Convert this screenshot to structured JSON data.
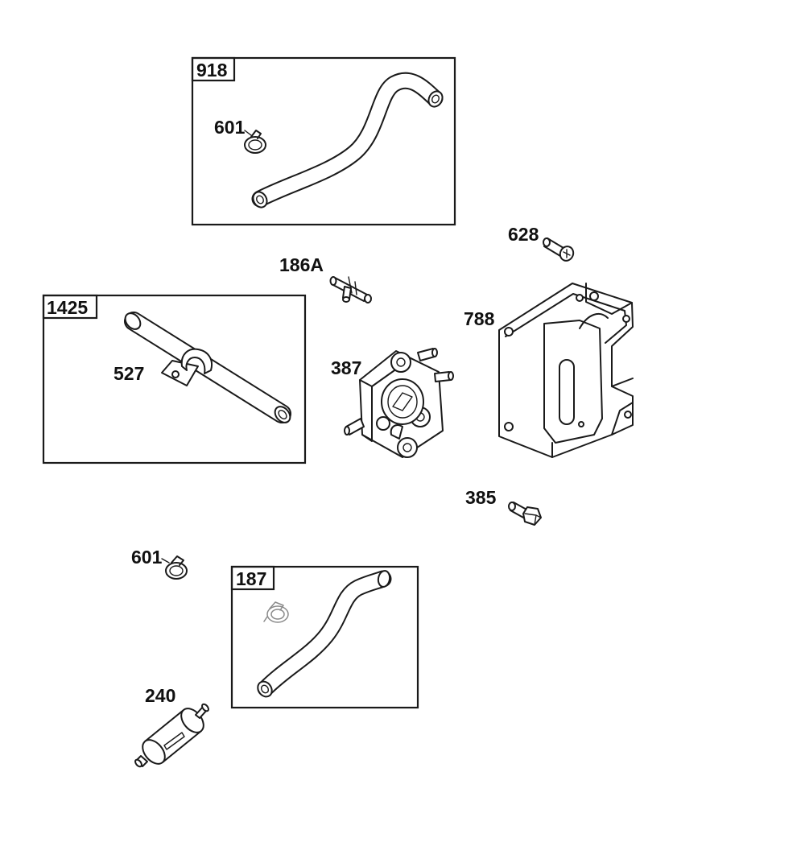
{
  "diagram": {
    "kit_boxes": [
      {
        "id": "918"
      },
      {
        "id": "1425"
      },
      {
        "id": "187"
      }
    ],
    "parts": [
      {
        "ref": "601",
        "part": "hose-clamp"
      },
      {
        "ref": "628",
        "part": "screw"
      },
      {
        "ref": "186A",
        "part": "tee-fitting"
      },
      {
        "ref": "788",
        "part": "bracket"
      },
      {
        "ref": "387",
        "part": "fuel-pump"
      },
      {
        "ref": "527",
        "part": "fuel-line-with-clip"
      },
      {
        "ref": "385",
        "part": "bolt"
      },
      {
        "ref": "601",
        "part": "hose-clamp"
      },
      {
        "ref": "240",
        "part": "fuel-filter"
      }
    ]
  }
}
